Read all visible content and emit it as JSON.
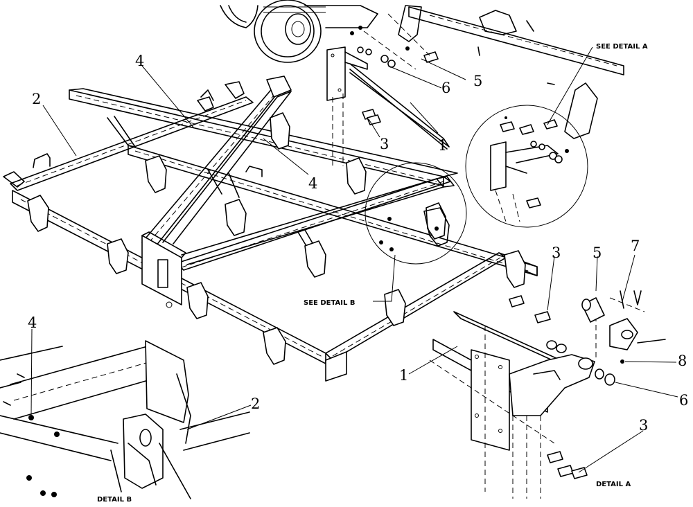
{
  "callouts": {
    "c1_top": "1",
    "c1_detail": "1",
    "c2_main": "2",
    "c2_detail": "2",
    "c3_top": "3",
    "c3_right": "3",
    "c3_bottom": "3",
    "c4_top": "4",
    "c4_mid": "4",
    "c4_detail": "4",
    "c5_top": "5",
    "c5_right": "5",
    "c6_top": "6",
    "c6_detail": "6",
    "c7": "7",
    "c8": "8"
  },
  "captions": {
    "see_detail_a": "SEE DETAIL  A",
    "see_detail_b": "SEE DETAIL  B",
    "detail_a": "DETAIL A",
    "detail_b": "DETAIL B"
  }
}
